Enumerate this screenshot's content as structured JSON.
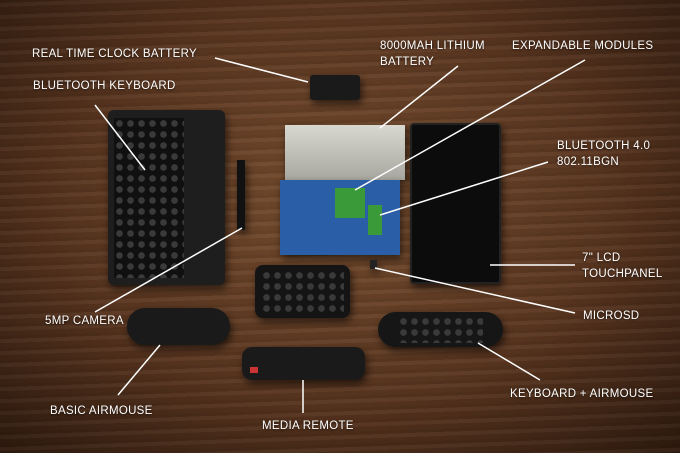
{
  "labels": {
    "rtc_battery": "REAL TIME CLOCK BATTERY",
    "lithium_line1": "8000MAH LITHIUM",
    "lithium_line2": "BATTERY",
    "expandable_modules": "EXPANDABLE MODULES",
    "bluetooth_keyboard": "BLUETOOTH KEYBOARD",
    "bluetooth_line1": "BLUETOOTH 4.0",
    "bluetooth_line2": "802.11BGN",
    "lcd_line1": "7\" LCD",
    "lcd_line2": "TOUCHPANEL",
    "camera": "5MP CAMERA",
    "microsd": "MICROSD",
    "basic_airmouse": "BASIC AIRMOUSE",
    "media_remote": "MEDIA REMOTE",
    "keyboard_airmouse": "KEYBOARD + AIRMOUSE"
  },
  "colors": {
    "board": "#2a5fa8",
    "module": "#3a9a3a",
    "label": "#ffffff"
  }
}
